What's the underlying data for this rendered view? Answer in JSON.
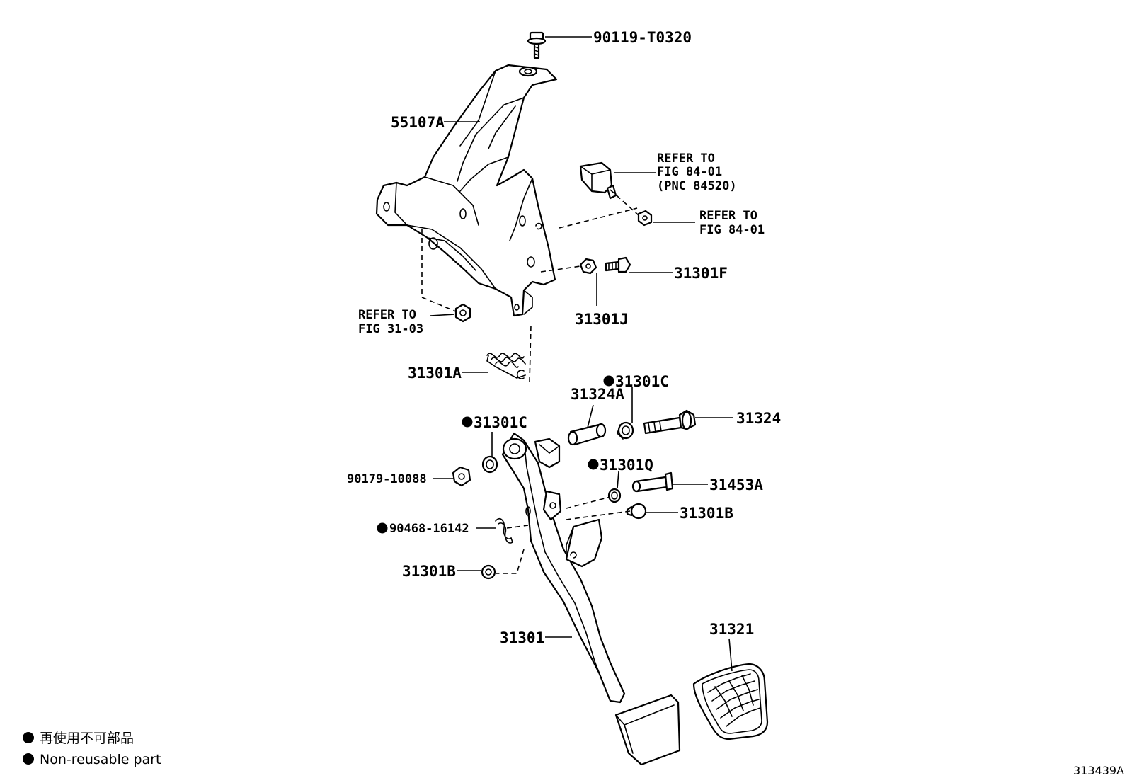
{
  "labels": {
    "p90119": "90119-T0320",
    "p55107a": "55107A",
    "ref8401_a_1": "REFER TO",
    "ref8401_a_2": "FIG 84-01",
    "ref8401_a_3": "(PNC 84520)",
    "ref8401_b_1": "REFER TO",
    "ref8401_b_2": "FIG 84-01",
    "p31301f": "31301F",
    "p31301j": "31301J",
    "ref3103_1": "REFER TO",
    "ref3103_2": "FIG 31-03",
    "p31301a": "31301A",
    "p31301c_right": "31301C",
    "p31324a": "31324A",
    "p31324": "31324",
    "p31301c_left": "31301C",
    "p31301q": "31301Q",
    "p90179": "90179-10088",
    "p31453a": "31453A",
    "p31301b_right": "31301B",
    "p90468": "90468-16142",
    "p31301b_left": "31301B",
    "p31301": "31301",
    "p31321": "31321"
  },
  "legend": {
    "line1": "再使用不可部品",
    "line2": "Non-reusable part"
  },
  "figure_id": "313439A"
}
